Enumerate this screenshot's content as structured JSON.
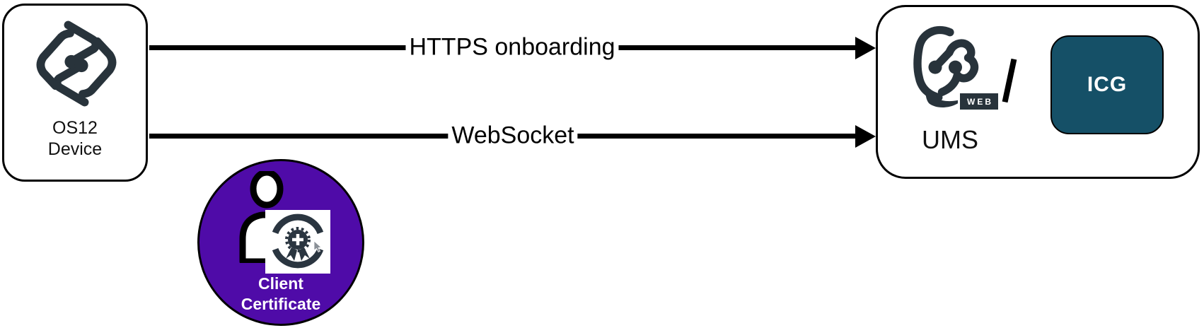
{
  "diagram": {
    "nodes": {
      "os12_device": {
        "line1": "OS12",
        "line2": "Device"
      },
      "ums": {
        "label": "UMS",
        "web_badge": "WEB",
        "separator": "/"
      },
      "icg": {
        "label": "ICG"
      },
      "client_certificate": {
        "line1": "Client",
        "line2": "Certificate"
      }
    },
    "connections": [
      {
        "label": "HTTPS onboarding",
        "from": "os12_device",
        "to": "ums"
      },
      {
        "label": "WebSocket",
        "from": "os12_device",
        "to": "ums"
      }
    ],
    "colors": {
      "background": "#ffffff",
      "node_border": "#000000",
      "logo_charcoal": "#28333b",
      "icg_teal": "#155067",
      "certificate_purple": "#4f0ba8",
      "arrow": "#000000",
      "label_text_white": "#ffffff",
      "diagram_text": "#111111"
    }
  }
}
